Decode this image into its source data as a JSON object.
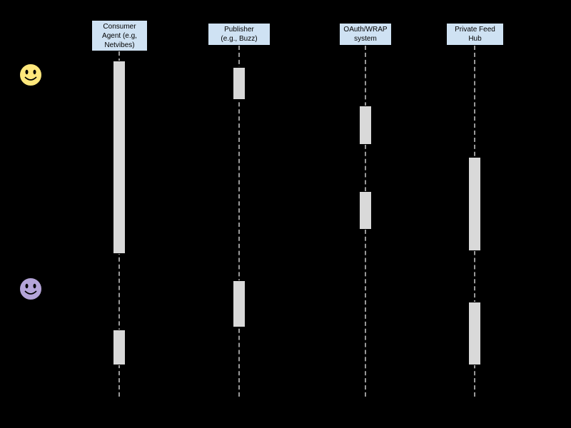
{
  "diagram": {
    "type": "uml-sequence",
    "background_color": "#000000",
    "participants": [
      {
        "label": "Consumer Agent (e.g, Netvibes)",
        "lines": [
          "Consumer",
          "Agent (e.g,",
          "Netvibes)"
        ]
      },
      {
        "label": "Publisher (e.g., Buzz)",
        "lines": [
          "Publisher",
          "(e.g., Buzz)"
        ]
      },
      {
        "label": "OAuth/WRAP system",
        "lines": [
          "OAuth/WRAP",
          "system"
        ]
      },
      {
        "label": "Private Feed Hub",
        "lines": [
          "Private Feed",
          "Hub"
        ]
      }
    ],
    "actors": [
      {
        "id": "user-top",
        "icon": "smiley-face-icon",
        "color": "#ffe87c"
      },
      {
        "id": "user-bottom",
        "icon": "smiley-face-icon",
        "color": "#b4a4d8"
      }
    ],
    "colors": {
      "participant_fill": "#cfe2f3",
      "participant_border": "#000000",
      "activation_fill": "#d9d9d9",
      "activation_border": "#000000",
      "lifeline_dash": "#999999",
      "text": "#000000"
    }
  }
}
